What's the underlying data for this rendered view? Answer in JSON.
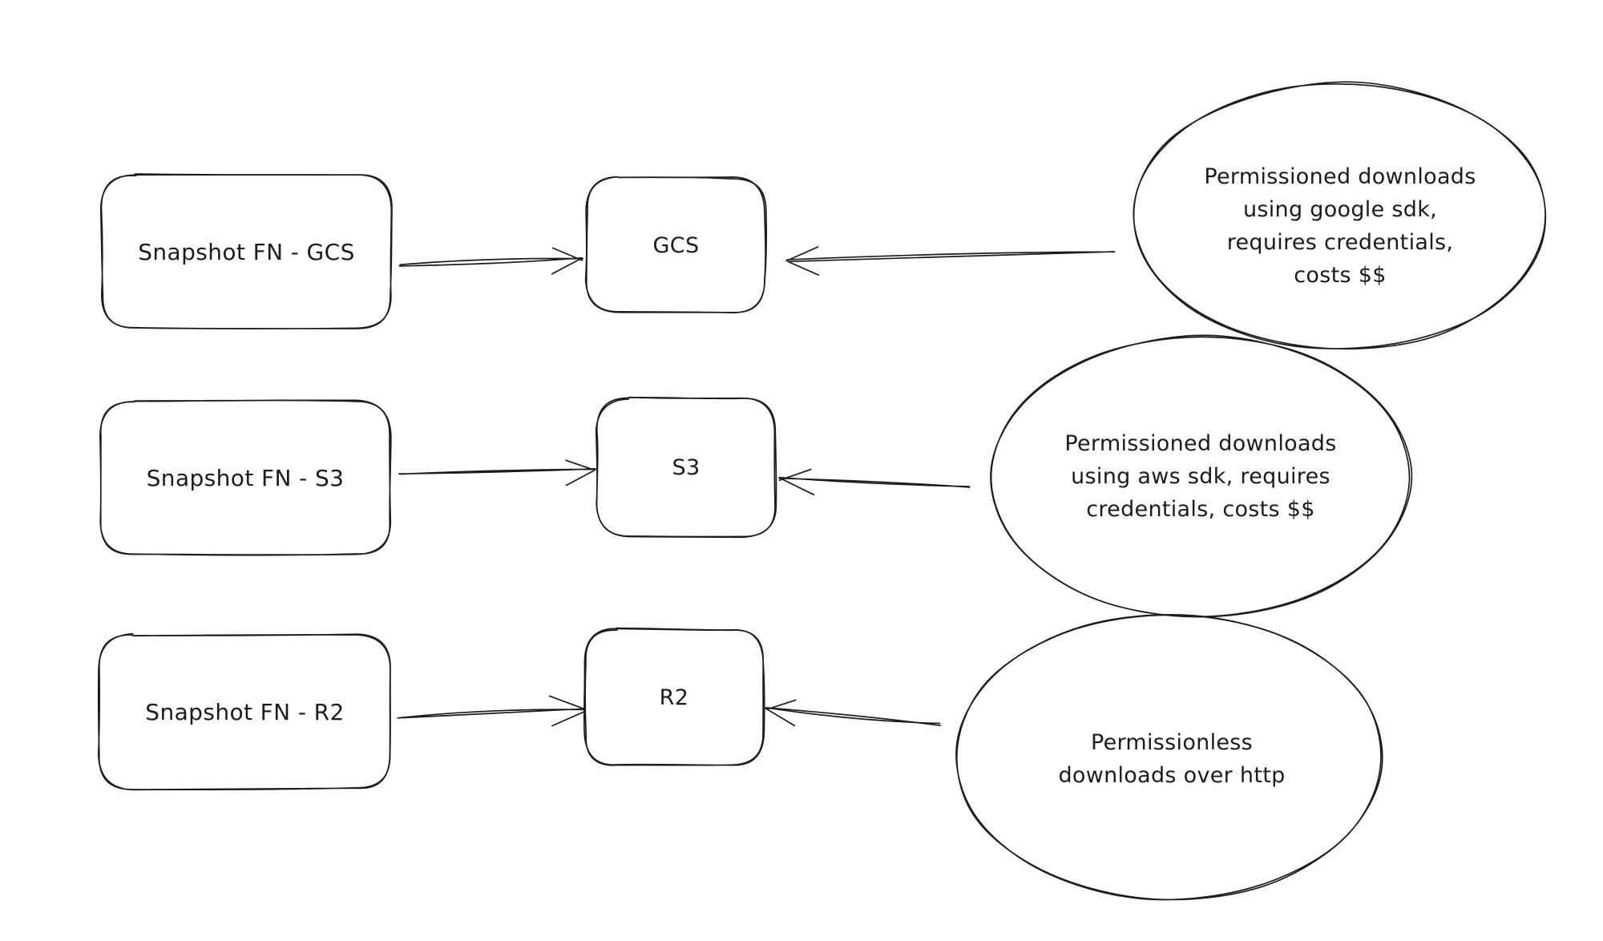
{
  "colors": {
    "background": "#ffffff",
    "stroke": "#1c1c1c"
  },
  "nodes": {
    "snapshot_gcs": {
      "label": "Snapshot FN - GCS"
    },
    "gcs": {
      "label": "GCS"
    },
    "snapshot_s3": {
      "label": "Snapshot FN - S3"
    },
    "s3": {
      "label": "S3"
    },
    "snapshot_r2": {
      "label": "Snapshot FN - R2"
    },
    "r2": {
      "label": "R2"
    }
  },
  "bubbles": {
    "gcs_note": {
      "lines": [
        "Permissioned downloads",
        "using google sdk,",
        "requires credentials,",
        "costs $$"
      ]
    },
    "s3_note": {
      "lines": [
        "Permissioned downloads",
        "using aws sdk, requires",
        "credentials, costs $$"
      ]
    },
    "r2_note": {
      "lines": [
        "Permissionless",
        "downloads over http"
      ]
    }
  }
}
